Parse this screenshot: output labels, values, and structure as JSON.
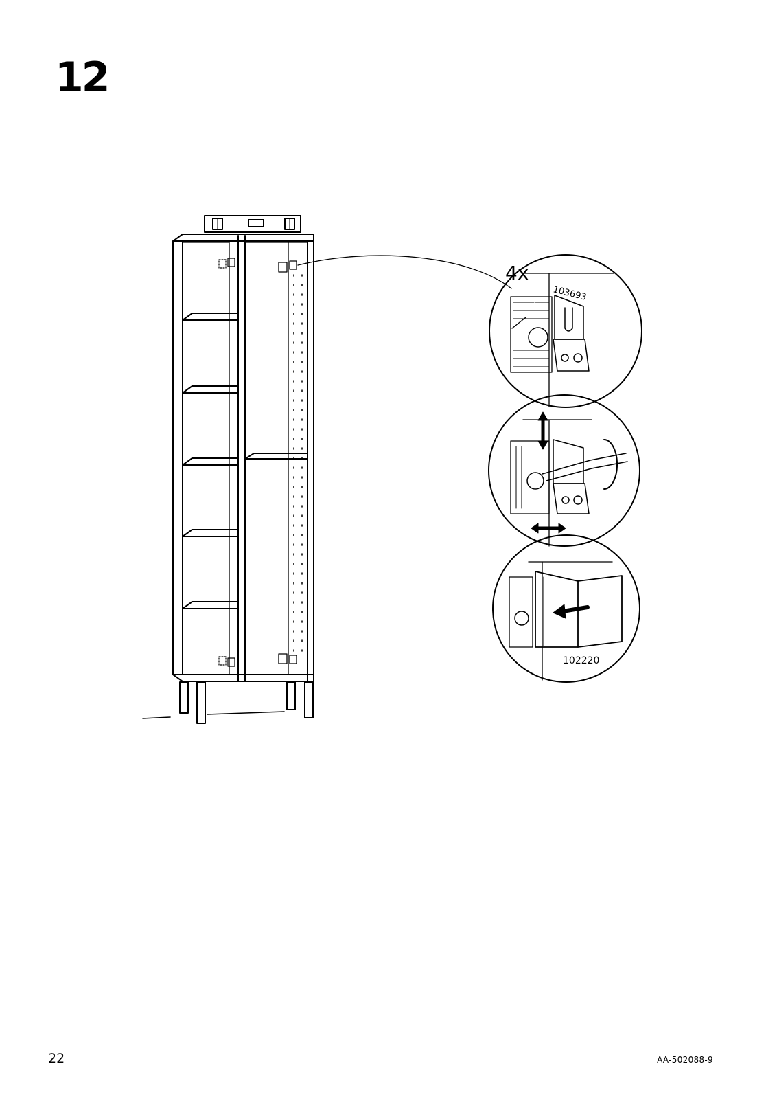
{
  "step": {
    "number": "12"
  },
  "detail": {
    "quantity": "4x",
    "part_numbers": [
      "103693",
      "102220"
    ]
  },
  "footer": {
    "page_number": "22",
    "doc_code": "AA-502088-9"
  }
}
